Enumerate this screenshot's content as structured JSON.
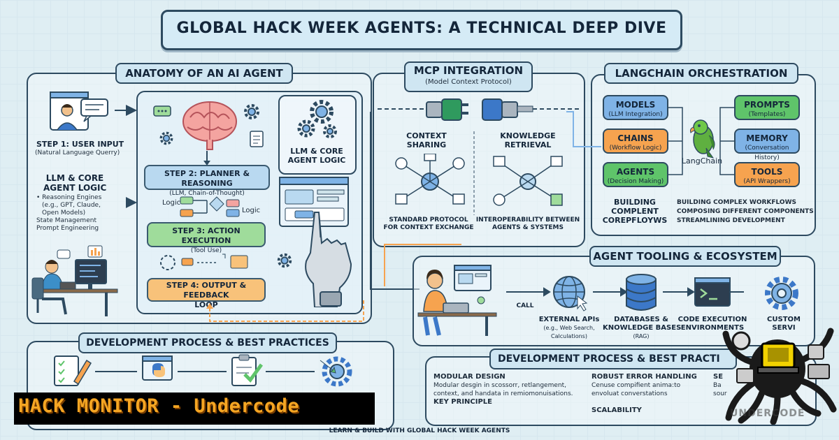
{
  "title": "GLOBAL HACK WEEK AGENTS: A TECHNICAL DEEP DIVE",
  "anatomy": {
    "header": "ANATOMY OF AN AI AGENT",
    "step1": {
      "title": "STEP 1: USER INPUT",
      "sub": "(Natural Language Querry)"
    },
    "llm_core": {
      "title_line1": "LLM & CORE",
      "title_line2": "AGENT LOGIC",
      "items": [
        "Reasoning Engines",
        "(e.g., GPT, Claude,",
        "Open Models)",
        "State Management",
        "Prompt Engineering"
      ]
    },
    "llm_core_right": {
      "line1": "LLM & CORE",
      "line2": "AGENT LOGIC"
    },
    "step2": {
      "title": "STEP 2: PLANNER & REASONING",
      "sub": "(LLM, Chain-of-Thought)"
    },
    "logic_left": "Logic",
    "logic_right": "Logic",
    "step3": {
      "title": "STEP 3: ACTION EXECUTION",
      "sub": "(Tool Use)"
    },
    "step4": {
      "title_line1": "STEP 4: OUTPUT & FEEDBACK",
      "title_line2": "LOOP"
    }
  },
  "mcp": {
    "header": "MCP INTEGRATION",
    "sub": "(Model Context Protocol)",
    "left_title_line1": "CONTEXT",
    "left_title_line2": "SHARING",
    "right_title_line1": "KNOWLEDGE",
    "right_title_line2": "RETRIEVAL",
    "left_caption_line1": "STANDARD PROTOCOL",
    "left_caption_line2": "FOR CONTEXT EXCHANGE",
    "right_caption_line1": "INTEROPERABILITY BETWEEN",
    "right_caption_line2": "AGENTS & SYSTEMS"
  },
  "langchain": {
    "header": "LANGCHAIN ORCHESTRATION",
    "models": {
      "title": "MODELS",
      "sub": "(LLM Integration)"
    },
    "chains": {
      "title": "CHAINS",
      "sub": "(Workflow Logic)"
    },
    "agents": {
      "title": "AGENTS",
      "sub": "(Decision Making)"
    },
    "prompts": {
      "title": "PROMPTS",
      "sub": "(Templates)"
    },
    "memory": {
      "title": "MEMORY",
      "sub": "(Conversation History)"
    },
    "tools": {
      "title": "TOOLS",
      "sub": "(API Wrappers)"
    },
    "center_label": "LangChain",
    "building_line1": "BUILDING",
    "building_line2": "COMPLENT",
    "building_line3": "COREPFLOYWS",
    "bullets": [
      "BUILDING COMPLEX WORKFLOWS",
      "COMPOSING DIFFERENT COMPONENTS",
      "STREAMLINING DEVELOPMENT"
    ]
  },
  "tooling": {
    "header": "AGENT TOOLING & ECOSYSTEM",
    "call": "CALL",
    "apis": {
      "title": "EXTERNAL APIs",
      "sub1": "(e.g., Web Search,",
      "sub2": "Calculations)"
    },
    "db": {
      "title1": "DATABASES &",
      "title2": "KNOWLEDGE BASES",
      "sub": "(RAG)"
    },
    "code": {
      "title1": "CODE EXECUTION",
      "title2": "ENVIRONMENTS"
    },
    "custom": {
      "title1": "CUSTOM",
      "title2": "SERVI"
    }
  },
  "devleft": {
    "header": "DEVELOPMENT PROCESS & BEST PRACTICES"
  },
  "devright": {
    "header": "DEVELOPMENT PROCESS & BEST PRACTI",
    "col1_title": "MODULAR DESIGN",
    "col1_items": [
      "Modular desgin in scossorr, retlangement,",
      "context, and handata in remiomonuisations."
    ],
    "col1_title2": "KEY PRINCIPLE",
    "col2_title": "ROBUST ERROR HANDLING",
    "col2_items": [
      "Cenuse compifient anima:to",
      "envoluat converstations"
    ],
    "col2_title2": "SCALABILITY",
    "col3_title": "SE",
    "col3_items": [
      "Ba",
      "sour"
    ]
  },
  "footer": "LEARN & BUILD WITH GLOBAL HACK WEEK AGENTS",
  "banner": "HACK MONITOR - Undercode",
  "watermark": "UNDERCODE",
  "colors": {
    "border": "#2d4a60",
    "blue_box": "#7fb3e6",
    "orange_box": "#f6a34f",
    "green_box": "#5fc46a",
    "step_blue": "#b9d9f0",
    "step_green": "#9fdc9b",
    "step_orange": "#f8c27a",
    "banner_text": "#f5a623"
  }
}
